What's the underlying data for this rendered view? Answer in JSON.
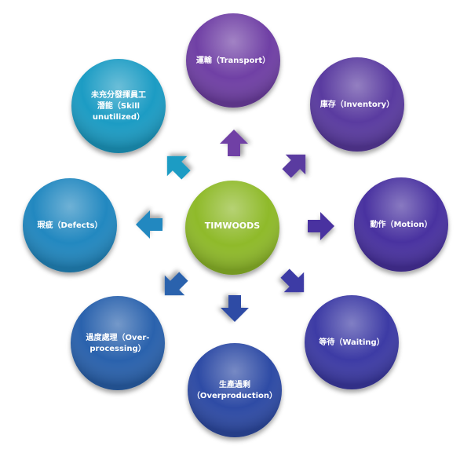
{
  "center": {
    "label": "TIMWOODS",
    "color": "#8fba2c"
  },
  "nodes": [
    {
      "id": "transport",
      "lines": [
        "運輸（Transport）"
      ],
      "color": "#6f3fa5"
    },
    {
      "id": "inventory",
      "lines": [
        "庫存（Inventory）"
      ],
      "color": "#5a3aa0"
    },
    {
      "id": "motion",
      "lines": [
        "動作（Motion）"
      ],
      "color": "#4a33a0"
    },
    {
      "id": "waiting",
      "lines": [
        "等待（Waiting）"
      ],
      "color": "#3d3aa5"
    },
    {
      "id": "overproduction",
      "lines": [
        "生產過剩",
        "（Overproduction）"
      ],
      "color": "#2f4ba5"
    },
    {
      "id": "overprocessing",
      "lines": [
        "過度處理（Over-",
        "processing）"
      ],
      "color": "#2a62ad"
    },
    {
      "id": "defects",
      "lines": [
        "瑕疵（Defects）"
      ],
      "color": "#2388c0"
    },
    {
      "id": "skill",
      "lines": [
        "未充分發揮員工",
        "潛能（Skill",
        "unutilized）"
      ],
      "color": "#1f9cc4"
    }
  ],
  "arrow_colors": {
    "transport": "#6f3fa5",
    "inventory": "#5a3aa0",
    "motion": "#4a33a0",
    "waiting": "#3d3aa5",
    "overproduction": "#2f4ba5",
    "overprocessing": "#2a62ad",
    "defects": "#2388c0",
    "skill": "#1f9cc4"
  }
}
